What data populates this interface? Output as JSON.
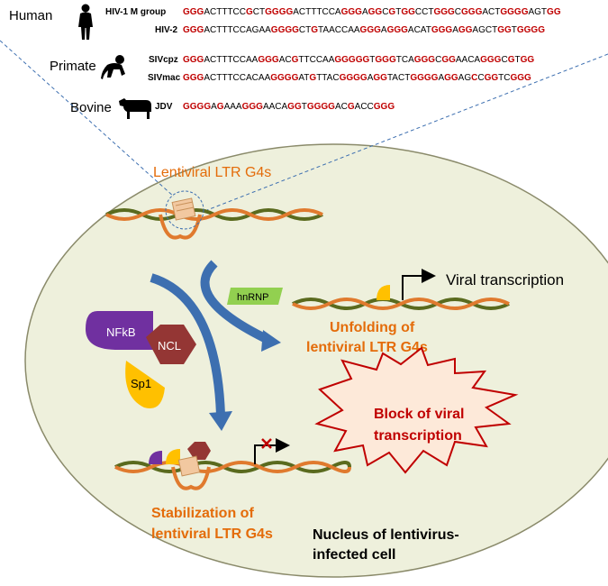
{
  "species_groups": [
    {
      "group": "Human",
      "icon": "human-silhouette-icon",
      "sequences": [
        {
          "name": "HIV-1 M group",
          "segments": [
            [
              "GGG",
              "g"
            ],
            [
              "ACTTTCC",
              "b"
            ],
            [
              "G",
              "g"
            ],
            [
              "CT",
              "b"
            ],
            [
              "GGGG",
              "g"
            ],
            [
              "ACTTTCCA",
              "b"
            ],
            [
              "GGG",
              "g"
            ],
            [
              "A",
              "b"
            ],
            [
              "GG",
              "g"
            ],
            [
              "C",
              "b"
            ],
            [
              "G",
              "g"
            ],
            [
              "T",
              "b"
            ],
            [
              "GG",
              "g"
            ],
            [
              "CCT",
              "b"
            ],
            [
              "GGG",
              "g"
            ],
            [
              "C",
              "b"
            ],
            [
              "GGG",
              "g"
            ],
            [
              "ACT",
              "b"
            ],
            [
              "GGGG",
              "g"
            ],
            [
              "AGT",
              "b"
            ],
            [
              "GG",
              "g"
            ]
          ]
        },
        {
          "name": "HIV-2",
          "segments": [
            [
              "GGG",
              "g"
            ],
            [
              "ACTTTCCAGAA",
              "b"
            ],
            [
              "GGGG",
              "g"
            ],
            [
              "CT",
              "b"
            ],
            [
              "G",
              "g"
            ],
            [
              "TAACCAA",
              "b"
            ],
            [
              "GGG",
              "g"
            ],
            [
              "A",
              "b"
            ],
            [
              "GGG",
              "g"
            ],
            [
              "ACAT",
              "b"
            ],
            [
              "GGG",
              "g"
            ],
            [
              "A",
              "b"
            ],
            [
              "GG",
              "g"
            ],
            [
              "AGCT",
              "b"
            ],
            [
              "GG",
              "g"
            ],
            [
              "T",
              "b"
            ],
            [
              "GGGG",
              "g"
            ]
          ]
        }
      ]
    },
    {
      "group": "Primate",
      "icon": "monkey-silhouette-icon",
      "sequences": [
        {
          "name": "SIVcpz",
          "segments": [
            [
              "GGG",
              "g"
            ],
            [
              "ACTTTCCAA",
              "b"
            ],
            [
              "GGG",
              "g"
            ],
            [
              "AC",
              "b"
            ],
            [
              "G",
              "g"
            ],
            [
              "TTCCAA",
              "b"
            ],
            [
              "GGGGG",
              "g"
            ],
            [
              "T",
              "b"
            ],
            [
              "GGG",
              "g"
            ],
            [
              "TCA",
              "b"
            ],
            [
              "GGG",
              "g"
            ],
            [
              "C",
              "b"
            ],
            [
              "GG",
              "g"
            ],
            [
              "AACA",
              "b"
            ],
            [
              "GGG",
              "g"
            ],
            [
              "C",
              "b"
            ],
            [
              "G",
              "g"
            ],
            [
              "T",
              "b"
            ],
            [
              "GG",
              "g"
            ]
          ]
        },
        {
          "name": "SIVmac",
          "segments": [
            [
              "GGG",
              "g"
            ],
            [
              "ACTTTCCACAA",
              "b"
            ],
            [
              "GGGG",
              "g"
            ],
            [
              "AT",
              "b"
            ],
            [
              "G",
              "g"
            ],
            [
              "TTAC",
              "b"
            ],
            [
              "GGGG",
              "g"
            ],
            [
              "A",
              "b"
            ],
            [
              "GG",
              "g"
            ],
            [
              "TACT",
              "b"
            ],
            [
              "GGGG",
              "g"
            ],
            [
              "A",
              "b"
            ],
            [
              "GG",
              "g"
            ],
            [
              "AG",
              "b"
            ],
            [
              "C",
              "g"
            ],
            [
              "C",
              "b"
            ],
            [
              "GG",
              "g"
            ],
            [
              "TC",
              "b"
            ],
            [
              "GGG",
              "g"
            ]
          ]
        }
      ]
    },
    {
      "group": "Bovine",
      "icon": "cow-silhouette-icon",
      "sequences": [
        {
          "name": "JDV",
          "segments": [
            [
              "GGGG",
              "g"
            ],
            [
              "A",
              "b"
            ],
            [
              "G",
              "g"
            ],
            [
              "AAA",
              "b"
            ],
            [
              "GGG",
              "g"
            ],
            [
              "AACA",
              "b"
            ],
            [
              "GG",
              "g"
            ],
            [
              "T",
              "b"
            ],
            [
              "GGGG",
              "g"
            ],
            [
              "AC",
              "b"
            ],
            [
              "G",
              "g"
            ],
            [
              "ACC",
              "b"
            ],
            [
              "GGG",
              "g"
            ]
          ]
        }
      ]
    }
  ],
  "labels": {
    "lentiviral_ltr_g4s": "Lentiviral LTR G4s",
    "hnrnp": "hnRNP",
    "viral_transcription": "Viral transcription",
    "unfolding_line1": "Unfolding of",
    "unfolding_line2": "lentiviral LTR G4s",
    "nfkb": "NFkB",
    "ncl": "NCL",
    "sp1": "Sp1",
    "block_line1": "Block of viral",
    "block_line2": "transcription",
    "stabilization_line1": "Stabilization of",
    "stabilization_line2": "lentiviral LTR G4s",
    "nucleus_line1": "Nucleus of lentivirus-",
    "nucleus_line2": "infected cell"
  },
  "colors": {
    "guanine_red": "#c00000",
    "sequence_black": "#000000",
    "nucleus_fill": "#eef0dc",
    "nucleus_stroke": "#8a8a6a",
    "orange_label": "#e46c0a",
    "dna_orange": "#e07a2e",
    "dna_olive": "#5a6a1e",
    "arrow_blue": "#3d6fb0",
    "nfkb_purple": "#7030a0",
    "ncl_brown": "#943634",
    "sp1_yellow": "#ffc000",
    "hnrnp_green": "#92d050",
    "star_fill": "#fde9d9",
    "star_stroke": "#c00000",
    "block_text_red": "#c00000"
  }
}
